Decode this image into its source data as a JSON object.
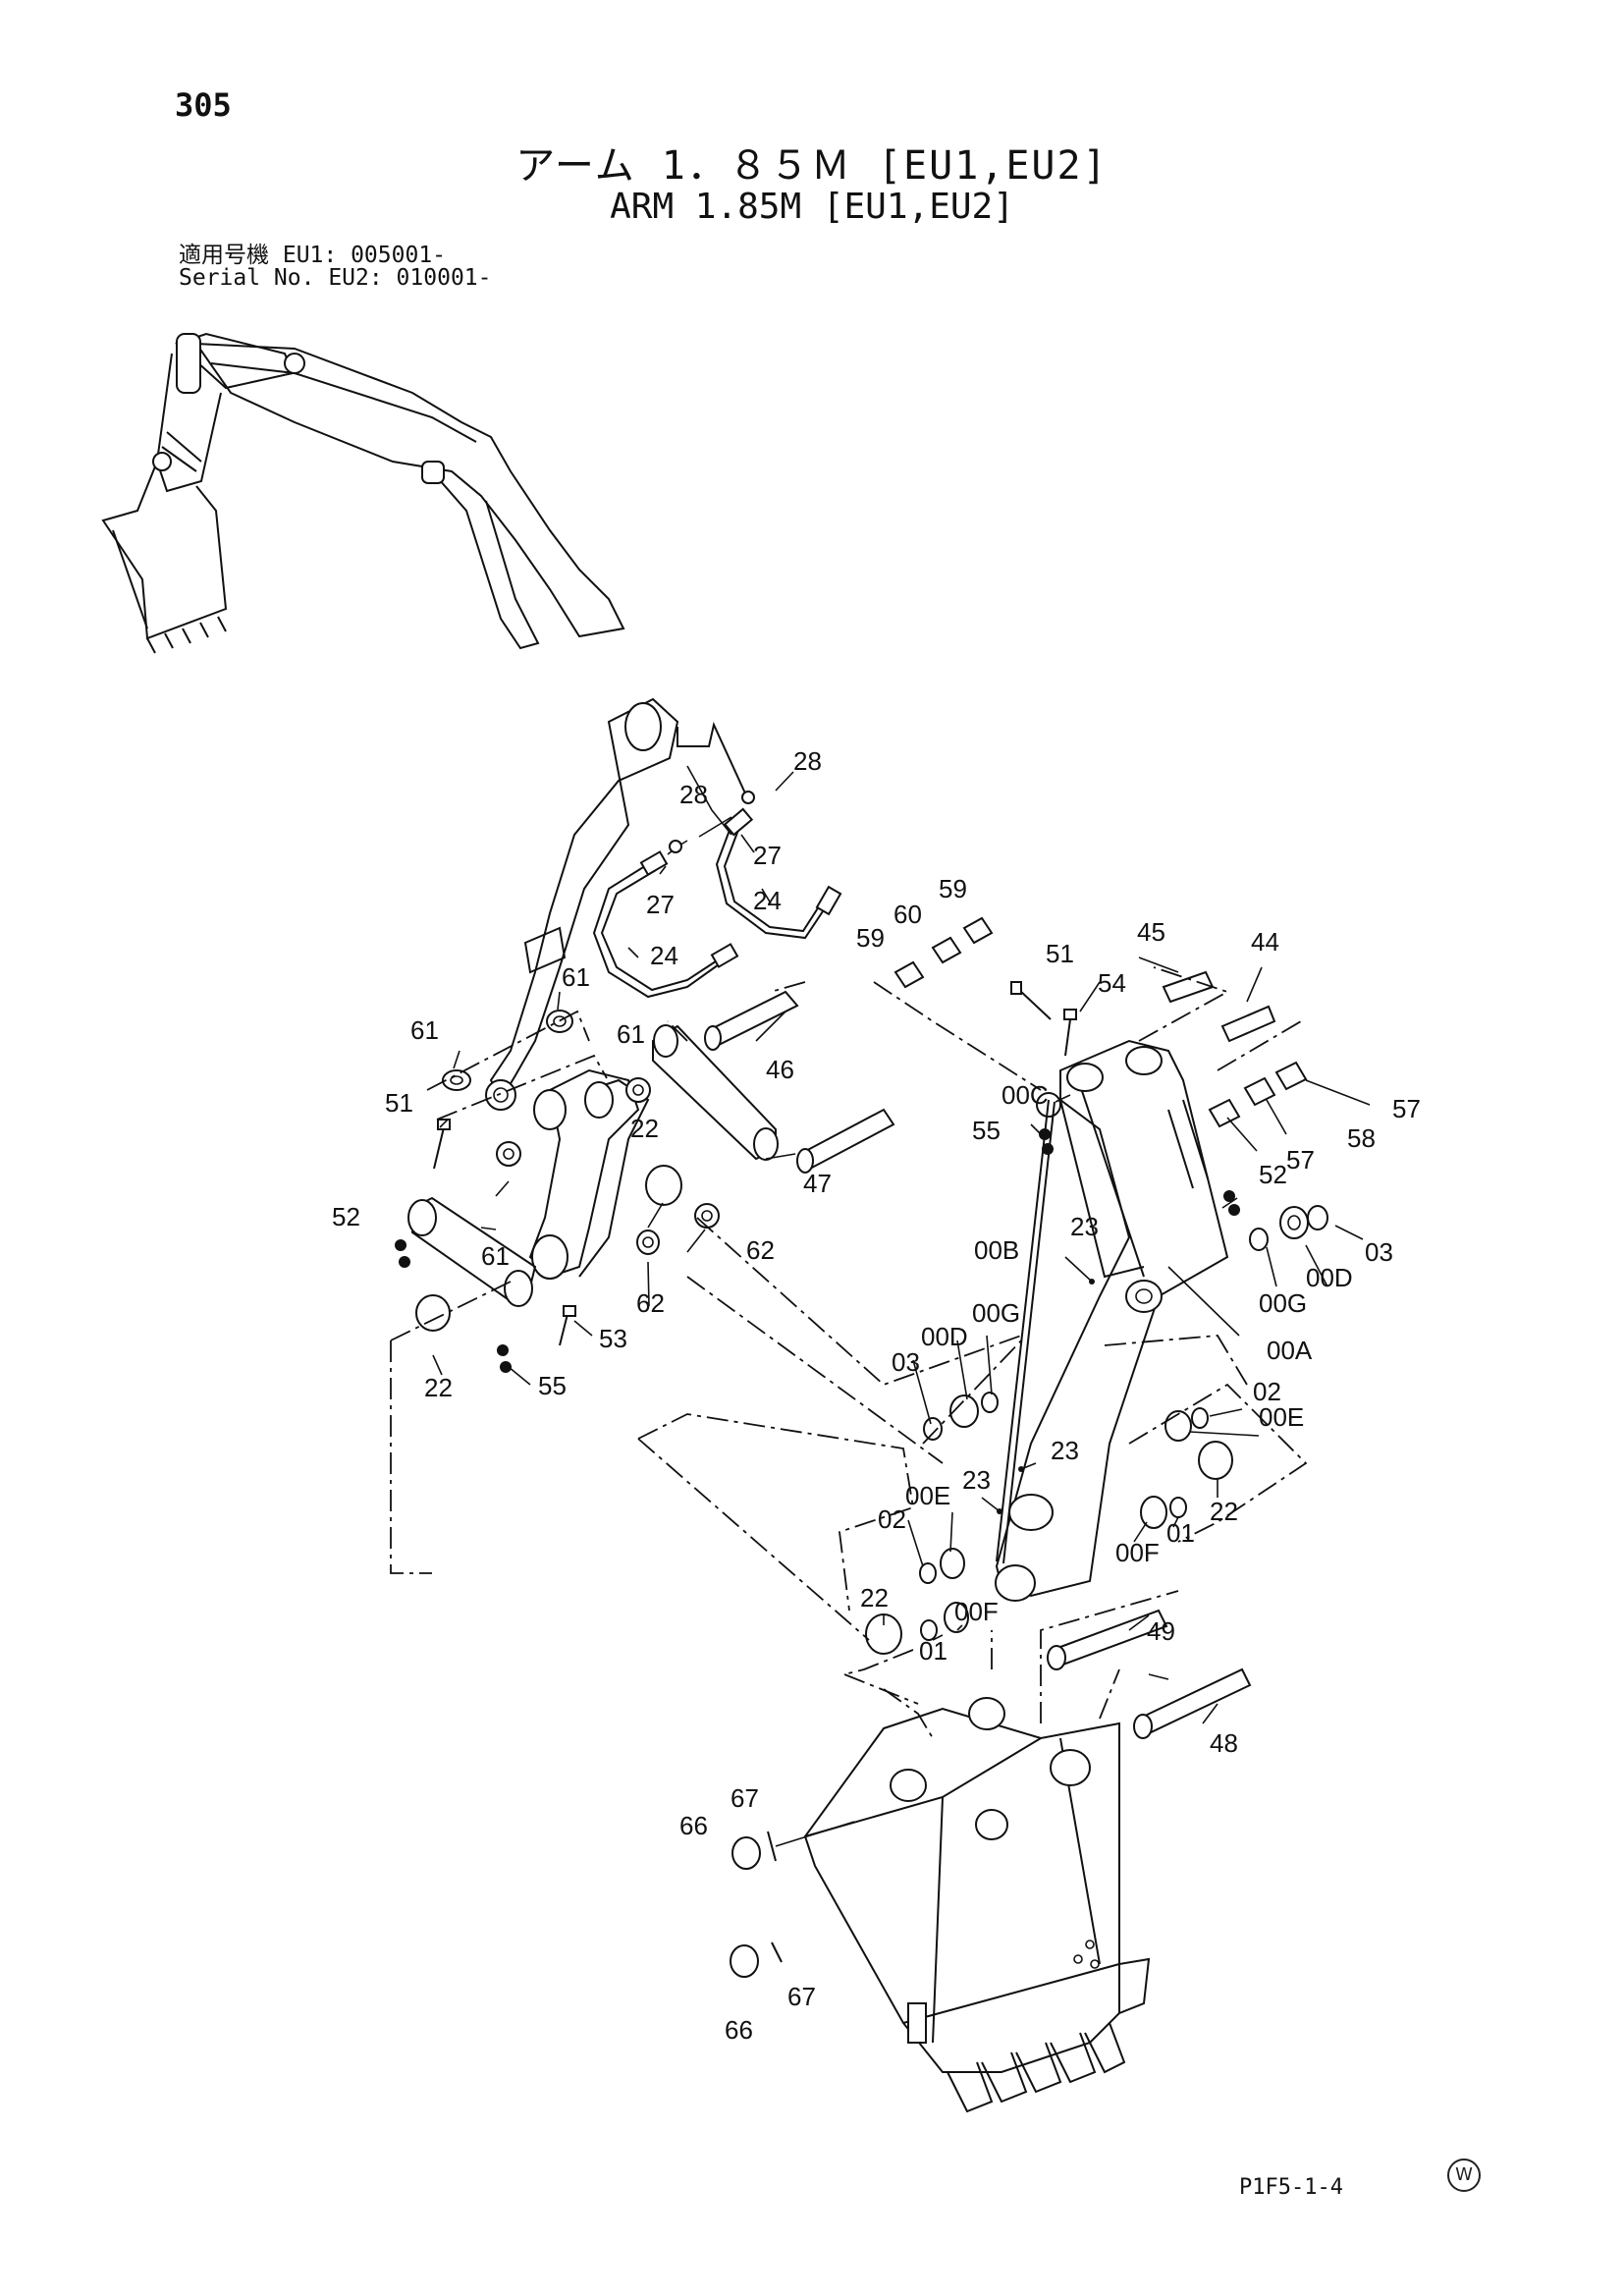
{
  "header": {
    "page_number": "305",
    "title_ja": "アーム 1．８５Ｍ [EU1,EU2]",
    "title_en": "ARM 1.85M [EU1,EU2]",
    "serial_ja": "適用号機 EU1: 005001-",
    "serial_en": "Serial No. EU2: 010001-"
  },
  "footer": {
    "figure_code": "P1F5-1-4",
    "w_mark": "W"
  },
  "callouts": [
    "28",
    "28",
    "27",
    "27",
    "24",
    "24",
    "61",
    "61",
    "61",
    "61",
    "46",
    "47",
    "22",
    "22",
    "62",
    "62",
    "51",
    "52",
    "53",
    "55",
    "59",
    "60",
    "59",
    "51",
    "54",
    "45",
    "44",
    "57",
    "58",
    "57",
    "00C",
    "55",
    "52",
    "03",
    "00D",
    "00G",
    "00B",
    "23",
    "00A",
    "03",
    "00D",
    "00G",
    "02",
    "00E",
    "23",
    "23",
    "22",
    "02",
    "00E",
    "00F",
    "01",
    "22",
    "01",
    "00F",
    "49",
    "48",
    "67",
    "66",
    "67",
    "66"
  ]
}
